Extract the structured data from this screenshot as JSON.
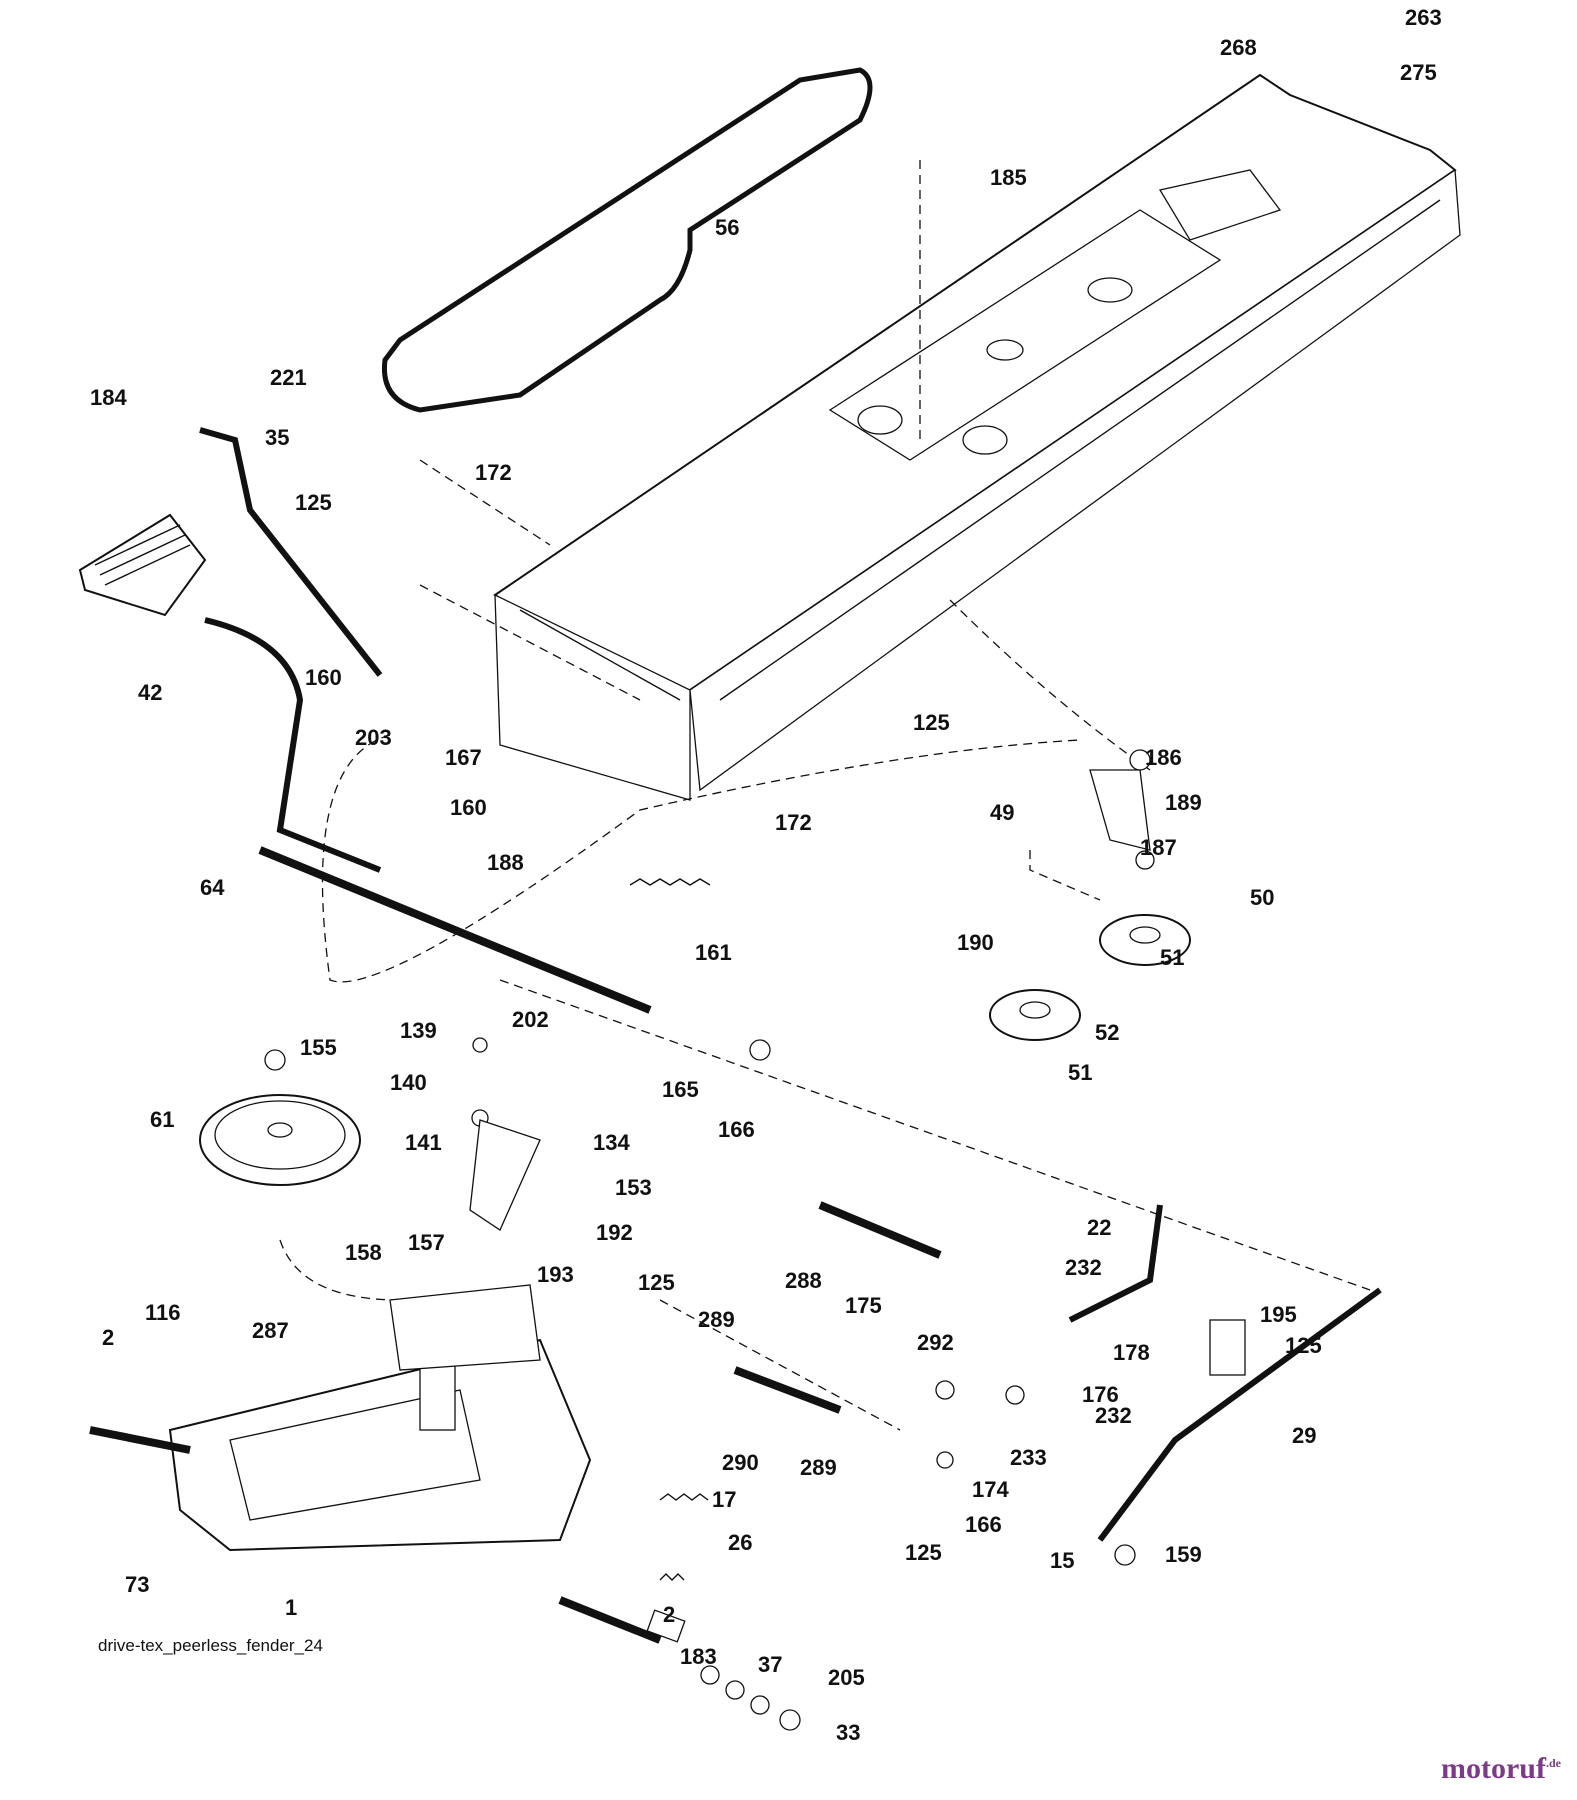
{
  "diagram": {
    "caption": "drive-tex_peerless_fender_24",
    "brand": "motoruf",
    "brand_suffix": ".de",
    "labels": [
      "263",
      "268",
      "275",
      "185",
      "56",
      "221",
      "184",
      "35",
      "172",
      "125",
      "42",
      "160",
      "203",
      "167",
      "160",
      "125",
      "172",
      "186",
      "49",
      "189",
      "187",
      "64",
      "188",
      "190",
      "50",
      "161",
      "51",
      "52",
      "51",
      "139",
      "202",
      "155",
      "140",
      "165",
      "166",
      "61",
      "141",
      "134",
      "153",
      "192",
      "157",
      "22",
      "232",
      "288",
      "158",
      "193",
      "175",
      "125",
      "289",
      "292",
      "178",
      "116",
      "2",
      "287",
      "195",
      "125",
      "176",
      "232",
      "233",
      "29",
      "17",
      "290",
      "289",
      "174",
      "166",
      "26",
      "125",
      "15",
      "159",
      "73",
      "1",
      "2",
      "183",
      "37",
      "205",
      "33"
    ]
  }
}
